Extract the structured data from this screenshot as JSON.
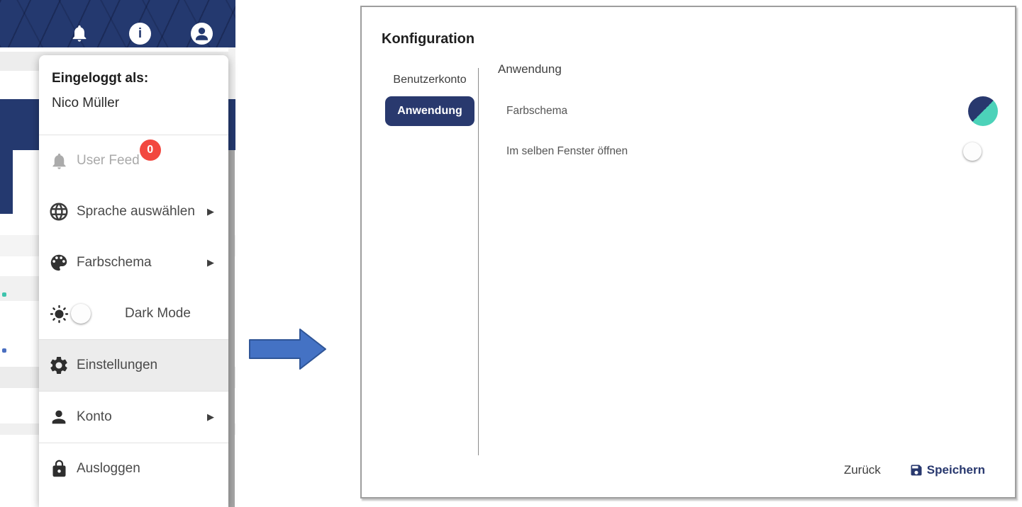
{
  "colors": {
    "navy": "#28386E",
    "teal": "#4CD2B9",
    "badge_red": "#F2473F",
    "arrow_blue": "#4472C4"
  },
  "left_app": {
    "topbar": {
      "icons": [
        "bell",
        "info",
        "account"
      ]
    },
    "user_menu": {
      "logged_in_label": "Eingeloggt als:",
      "user_name": "Nico Müller",
      "items": [
        {
          "icon": "bell",
          "label": "User Feed",
          "badge": "0",
          "state": "disabled"
        },
        {
          "icon": "globe",
          "label": "Sprache auswählen",
          "has_submenu": true
        },
        {
          "icon": "palette",
          "label": "Farbschema",
          "has_submenu": true
        },
        {
          "icon": "sun",
          "label": "Dark Mode",
          "toggle": "off"
        },
        {
          "icon": "gear",
          "label": "Einstellungen",
          "state": "highlighted"
        },
        {
          "icon": "person",
          "label": "Konto",
          "has_submenu": true
        },
        {
          "icon": "lock",
          "label": "Ausloggen"
        }
      ],
      "submenu_arrow": "▶"
    }
  },
  "dialog": {
    "title": "Konfiguration",
    "nav": [
      {
        "label": "Benutzerkonto",
        "active": false
      },
      {
        "label": "Anwendung",
        "active": true
      }
    ],
    "content": {
      "heading": "Anwendung",
      "rows": [
        {
          "label": "Farbschema",
          "control": "color-scheme"
        },
        {
          "label": "Im selben Fenster öffnen",
          "control": "toggle",
          "value": "off"
        }
      ]
    },
    "footer": {
      "back": "Zurück",
      "save": "Speichern"
    }
  }
}
